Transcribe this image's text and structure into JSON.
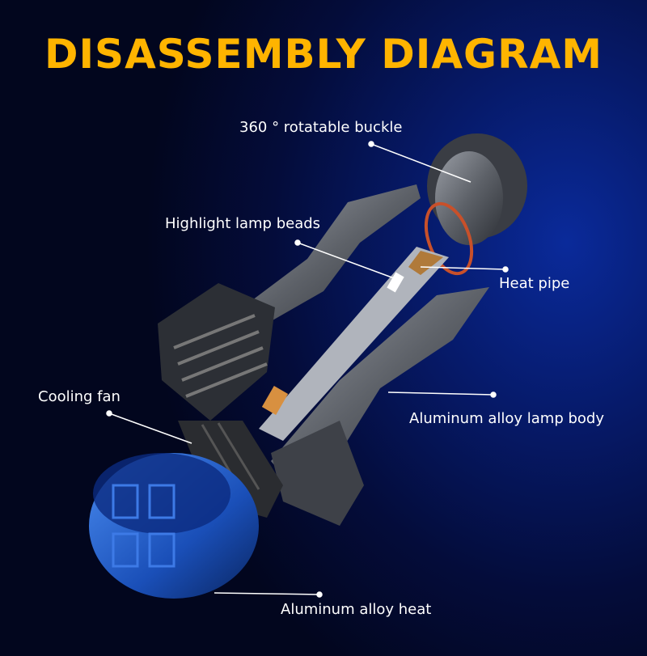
{
  "title": "DISASSEMBLY DIAGRAM",
  "labels": {
    "buckle": "360 ° rotatable buckle",
    "lamp_beads": "Highlight lamp beads",
    "heat_pipe": "Heat pipe",
    "lamp_body": "Aluminum alloy lamp body",
    "cooling_fan": "Cooling fan",
    "heat_sink": "Aluminum alloy heat"
  },
  "colors": {
    "title": "#ffb400",
    "background": "#040c3a",
    "heat_sink": "#1e5fd0",
    "seal_ring": "#c8502a"
  }
}
